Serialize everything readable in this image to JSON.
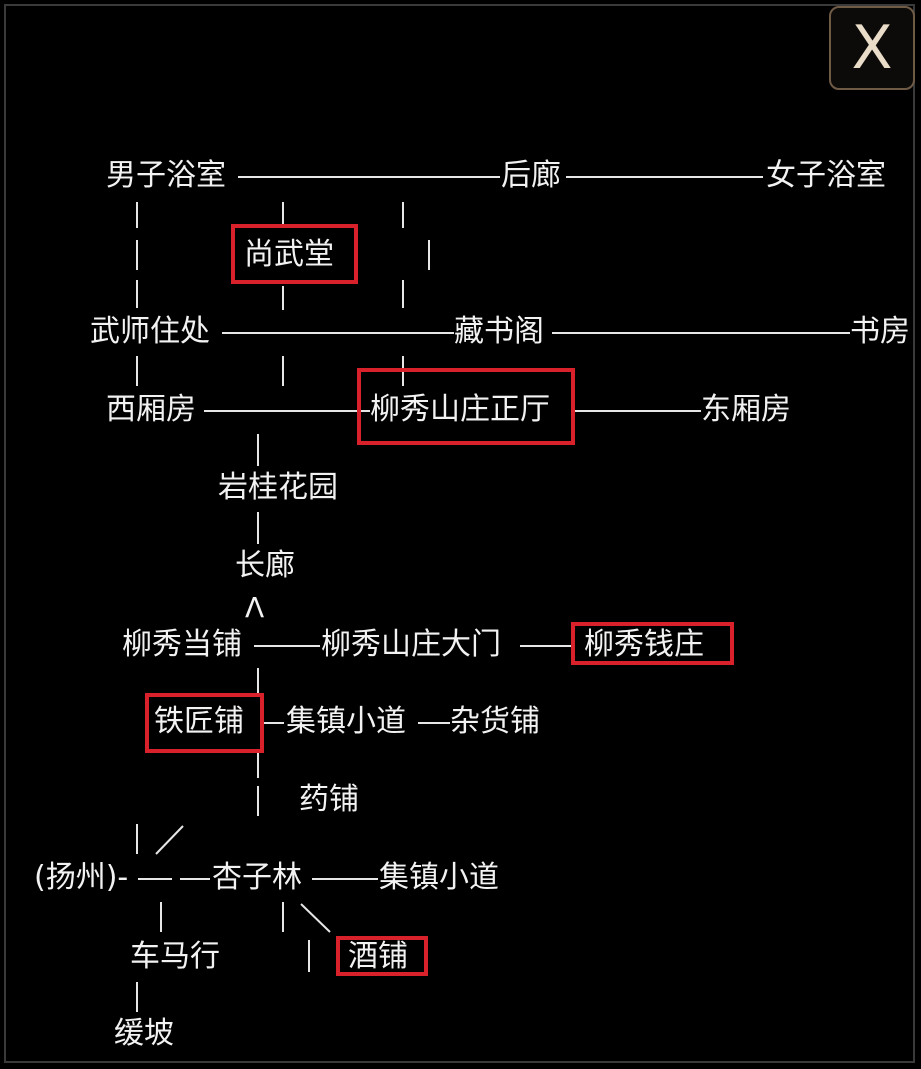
{
  "close_button": {
    "label": "X",
    "icon": "close-icon"
  },
  "map": {
    "highlight_color": "#d9212c",
    "locations": {
      "nanzi_yushi": "男子浴室",
      "houlang": "后廊",
      "nvzi_yushi": "女子浴室",
      "shangwutang": "尚武堂",
      "wushi_zhuchu": "武师住处",
      "cangshuge": "藏书阁",
      "shufang": "书房",
      "xixiangfang": "西厢房",
      "zhengting": "柳秀山庄正厅",
      "dongxiangfang": "东厢房",
      "yangui_huayuan": "岩桂花园",
      "changlang": "长廊",
      "dangpu": "柳秀当铺",
      "damen": "柳秀山庄大门",
      "qianzhuang": "柳秀钱庄",
      "tiejiangpu": "铁匠铺",
      "jizhen_xiaodao_1": "集镇小道",
      "zahuopu": "杂货铺",
      "yaopu": "药铺",
      "yangzhou": "(扬州)-",
      "xingzilin": "杏子林",
      "jizhen_xiaodao_2": "集镇小道",
      "chemahang": "车马行",
      "jiupu": "酒铺",
      "huanpo": "缓坡"
    },
    "up_arrow": "Λ"
  }
}
